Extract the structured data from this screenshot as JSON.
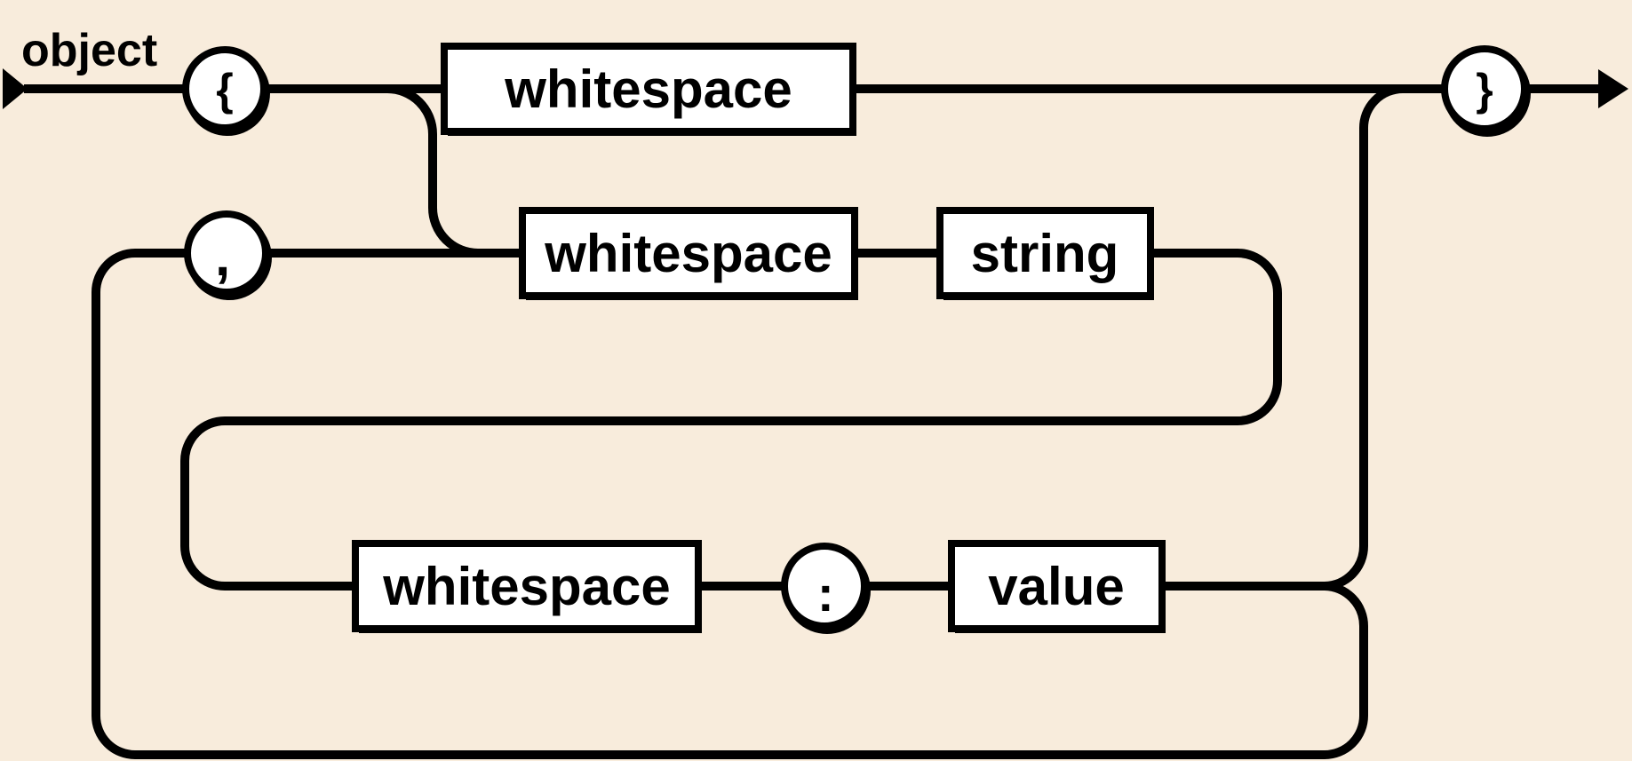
{
  "colors": {
    "background": "#f8ecdc",
    "line": "#000000",
    "node_fill": "#ffffff",
    "text": "#000000"
  },
  "diagram": {
    "rule_name": "object",
    "type": "railroad-syntax-diagram",
    "nodes": {
      "open_brace": "{",
      "whitespace_top": "whitespace",
      "close_brace": "}",
      "comma": ",",
      "whitespace_pair": "whitespace",
      "string": "string",
      "whitespace_value": "whitespace",
      "colon": ":",
      "value": "value"
    }
  }
}
